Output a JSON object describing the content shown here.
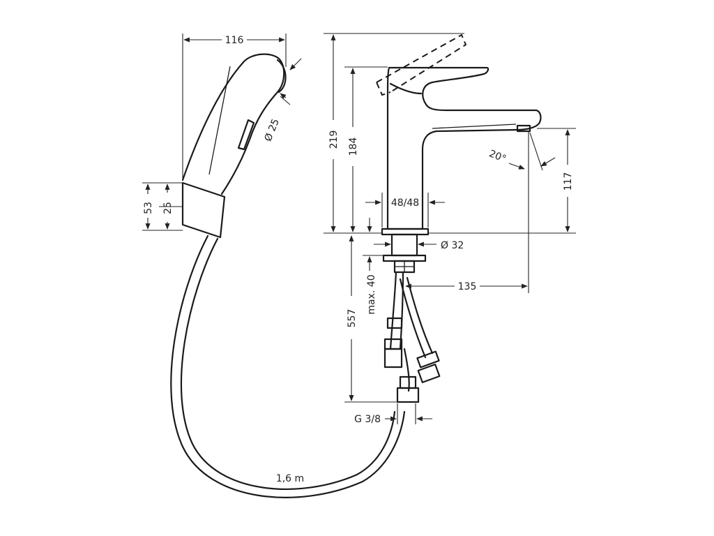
{
  "labels": {
    "handshower_width": "116",
    "spray_diameter": "Ø 25",
    "holder_height": "53",
    "holder_inner": "25",
    "hose_length": "1,6 m",
    "faucet_total_height": "219",
    "spout_height": "184",
    "base_diameter": "48/48",
    "spout_clearance": "117",
    "spray_angle": "20°",
    "shank_diameter": "Ø 32",
    "countertop_max": "max. 40",
    "hose_drop": "557",
    "reach": "135",
    "connection_thread": "G 3/8"
  },
  "colors": {
    "line": "#1a1a1a",
    "background": "#ffffff"
  }
}
